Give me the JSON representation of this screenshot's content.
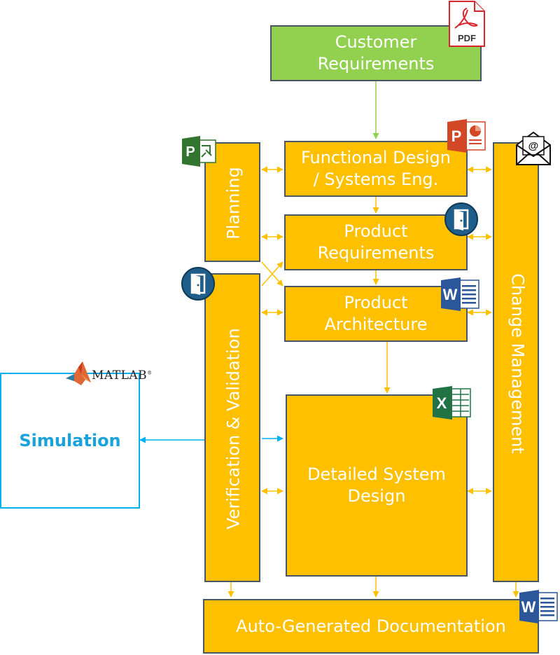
{
  "blocks": {
    "customer_requirements": "Customer\nRequirements",
    "functional_design": "Functional Design\n/ Systems Eng.",
    "product_requirements": "Product\nRequirements",
    "product_architecture": "Product\nArchitecture",
    "detailed_system_design": "Detailed System\nDesign",
    "planning": "Planning",
    "verification_validation": "Verification & Validation",
    "change_management": "Change Management",
    "auto_documentation": "Auto-Generated Documentation",
    "simulation": "Simulation"
  },
  "icons": {
    "pdf_label": "PDF",
    "matlab_label": "MATLAB",
    "project": "P",
    "powerpoint": "P",
    "word": "W",
    "excel": "X",
    "email": "@"
  },
  "colors": {
    "orange": "#FFC000",
    "green": "#92D050",
    "border": "#4A5662",
    "connector_orange": "#FFC000",
    "connector_green": "#92D050",
    "connector_blue": "#00B0F0",
    "simulation_text": "#1AA3DB"
  }
}
